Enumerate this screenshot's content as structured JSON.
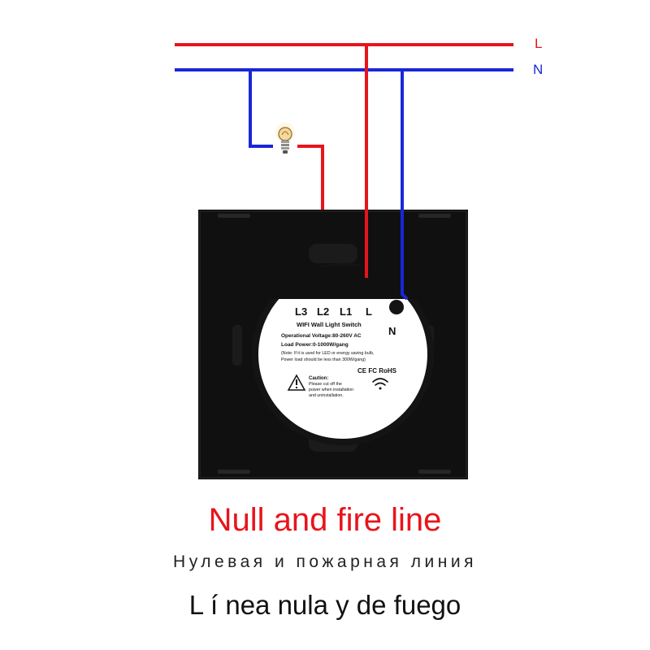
{
  "lines": {
    "live_label": "L",
    "neutral_label": "N",
    "live_color": "#e8141c",
    "neutral_color": "#1a27d6"
  },
  "switch": {
    "terminals": {
      "l3": "L3",
      "l2": "L2",
      "l1": "L1",
      "l": "L",
      "n": "N"
    },
    "product_name": "WIFI Wall Light Switch",
    "voltage": "Operational Voltage:80-260V AC",
    "load": "Load Power:0-1000W/gang",
    "note_1": "(Note: If it is used for LED or energy saving bulb,",
    "note_2": "Power load should be less than 300W/gang)",
    "certifications": "CE FC RoHS",
    "caution_title": "Caution:",
    "caution_1": "Please cut off the",
    "caution_2": "power when installation",
    "caution_3": "and uninstallation.",
    "icons": [
      "lightbulb-icon",
      "warning-icon",
      "wifi-icon"
    ]
  },
  "captions": {
    "english": "Null and fire line",
    "russian": "Нулевая и пожарная линия",
    "spanish": "L í nea nula y de fuego"
  }
}
